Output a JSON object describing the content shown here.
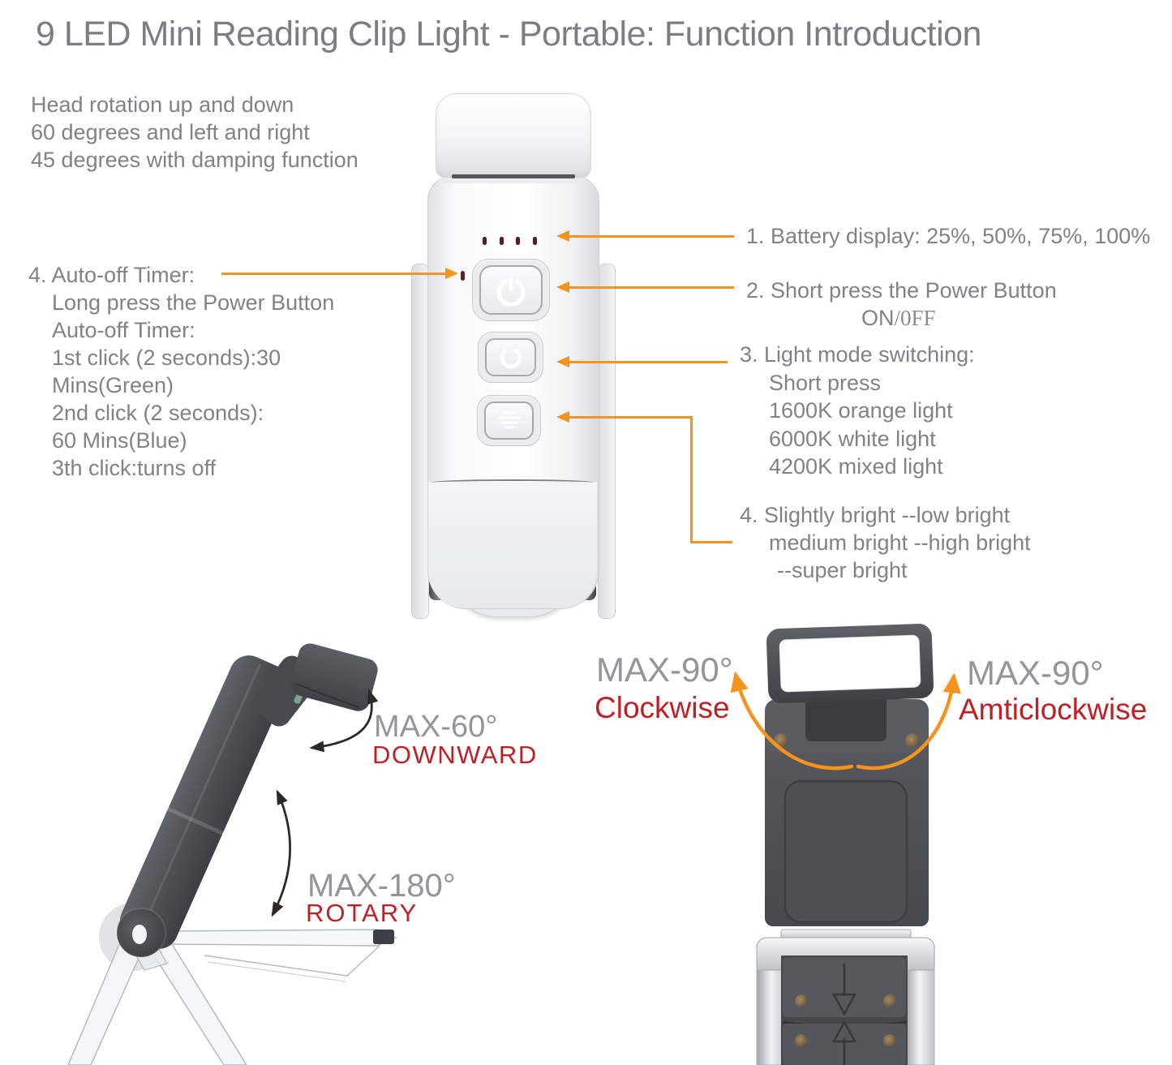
{
  "title": "9 LED Mini Reading Clip Light - Portable: Function Introduction",
  "colors": {
    "orange": "#F6921E",
    "red": "#BF2026",
    "text_gray": "#808285",
    "label_gray": "#939598",
    "arrow_dark": "#2D2926",
    "title_gray": "#7B7D81"
  },
  "head_rotation_note": {
    "lines": [
      "Head rotation up and down",
      "60 degrees and left and right",
      "45 degrees with damping function"
    ]
  },
  "auto_off_note": {
    "heading": "4. Auto-off Timer:",
    "lines": [
      "Long press the Power Button",
      "Auto-off Timer:",
      "1st click (2 seconds):30",
      "Mins(Green)",
      "2nd click (2 seconds):",
      "60 Mins(Blue)",
      "3th click:turns off"
    ]
  },
  "battery_note": {
    "text": "1. Battery display: 25%, 50%, 75%, 100%"
  },
  "power_note": {
    "line1": "2. Short press the Power Button",
    "on": "ON",
    "off": "/0FF"
  },
  "mode_note": {
    "heading": "3. Light mode switching:",
    "lines": [
      "Short press",
      "1600K orange light",
      "6000K white light",
      "4200K mixed light"
    ]
  },
  "brightness_note": {
    "line1": "4. Slightly bright --low bright",
    "line2": "medium bright --high bright",
    "line3": "--super bright"
  },
  "left_figure": {
    "max60": "MAX-60°",
    "downward": "DOWNWARD",
    "max180": "MAX-180°",
    "rotary": "ROTARY"
  },
  "right_figure": {
    "left_max": "MAX-90°",
    "left_dir": "Clockwise",
    "right_max": "MAX-90°",
    "right_dir": "Amticlockwise"
  }
}
